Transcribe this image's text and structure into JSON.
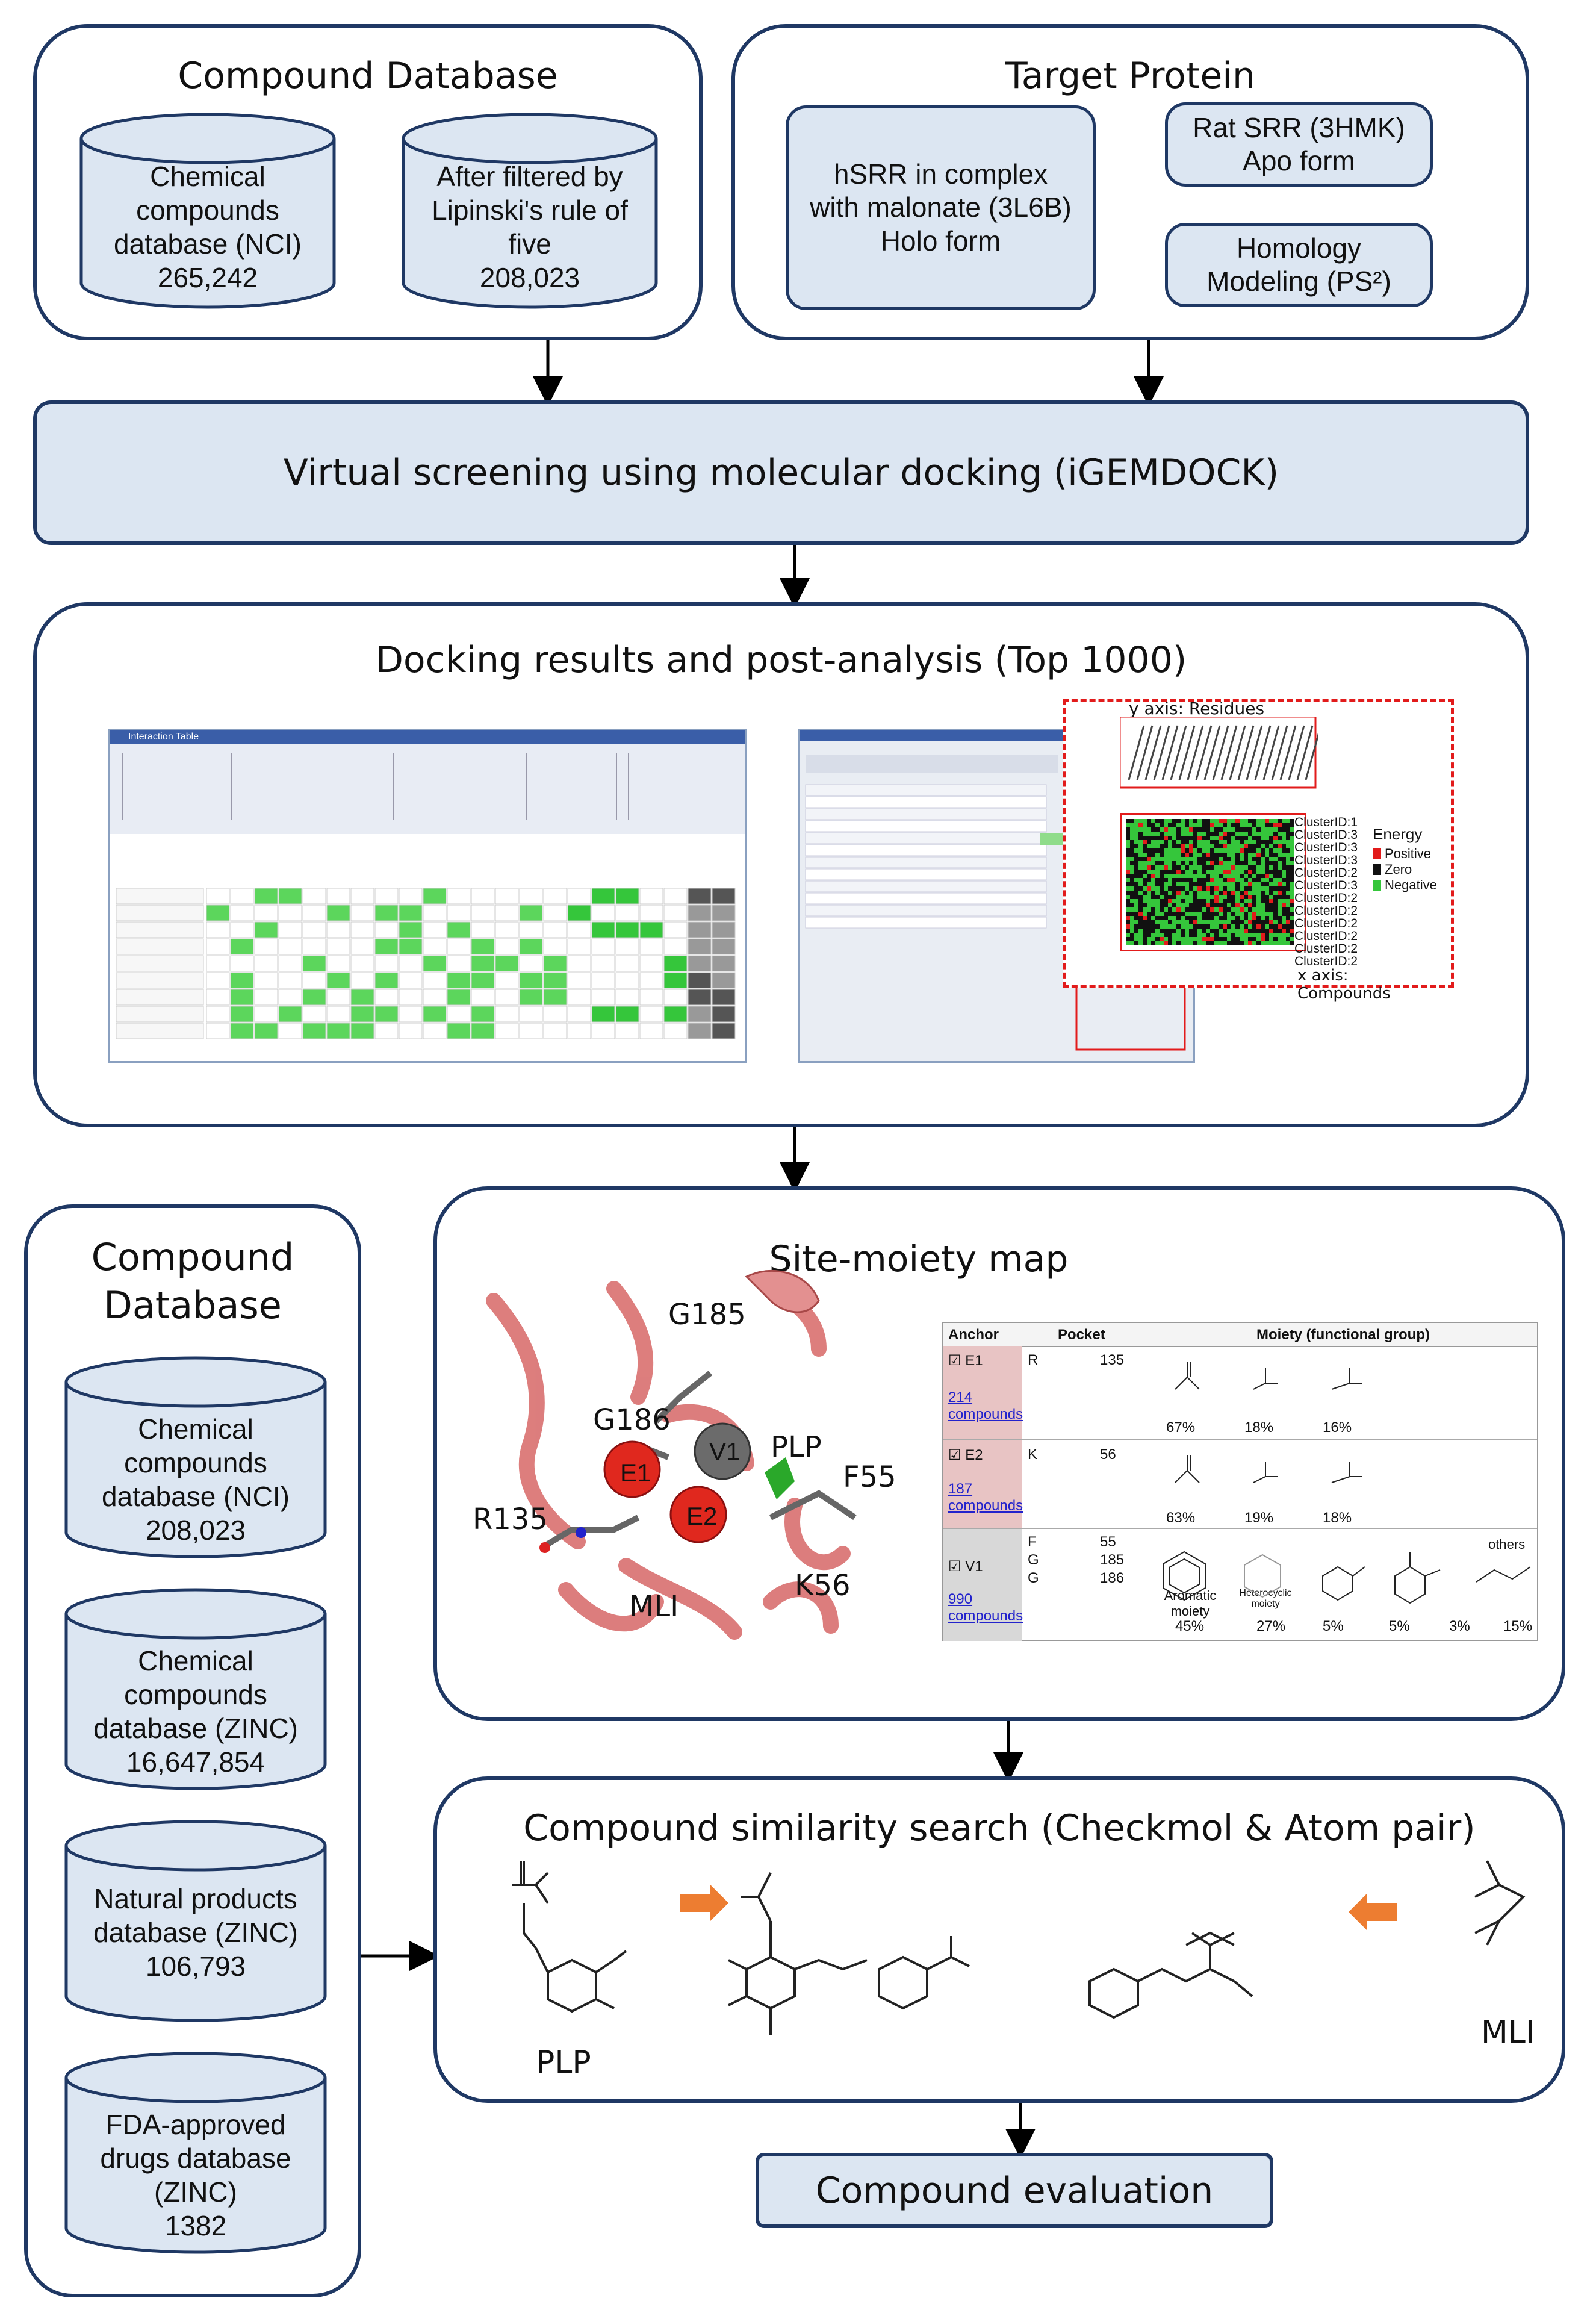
{
  "compound_db_top": {
    "title": "Compound Database",
    "db1": {
      "line1": "Chemical",
      "line2": "compounds",
      "line3": "database (NCI)",
      "count": "265,242"
    },
    "db2": {
      "line1": "After filtered by",
      "line2": "Lipinski's rule of",
      "line3": "five",
      "count": "208,023"
    }
  },
  "target_protein": {
    "title": "Target Protein",
    "hsrr": {
      "line1": "hSRR in complex",
      "line2": "with malonate (3L6B)",
      "line3": "Holo form"
    },
    "rat": {
      "line1": "Rat SRR (3HMK)",
      "line2": "Apo form"
    },
    "homology": {
      "line1": "Homology",
      "line2": "Modeling (PS²)"
    }
  },
  "virtual_screening": {
    "label": "Virtual screening using molecular docking (iGEMDOCK)"
  },
  "docking": {
    "title": "Docking results and post-analysis (Top 1000)",
    "window_title": "Interaction Table",
    "y_axis": "y axis: Residues",
    "x_axis_line1": "x axis:",
    "x_axis_line2": "Compounds",
    "energy_legend": {
      "title": "Energy",
      "items": [
        "Positive",
        "Zero",
        "Negative"
      ]
    },
    "cluster_ids": [
      "ClusterID:1",
      "ClusterID:3",
      "ClusterID:3",
      "ClusterID:3",
      "ClusterID:2",
      "ClusterID:3",
      "ClusterID:2",
      "ClusterID:2",
      "ClusterID:2",
      "ClusterID:2",
      "ClusterID:2",
      "ClusterID:2"
    ],
    "colors": {
      "positive": "#e21b1b",
      "zero": "#111111",
      "negative": "#35c63b",
      "dashed": "#e21b1b"
    }
  },
  "compound_db_left": {
    "title_line1": "Compound",
    "title_line2": "Database",
    "dbs": [
      {
        "lines": [
          "Chemical",
          "compounds",
          "database (NCI)"
        ],
        "count": "208,023"
      },
      {
        "lines": [
          "Chemical",
          "compounds",
          "database (ZINC)"
        ],
        "count": "16,647,854"
      },
      {
        "lines": [
          "Natural products",
          "database (ZINC)"
        ],
        "count": "106,793"
      },
      {
        "lines": [
          "FDA-approved",
          "drugs database",
          "(ZINC)"
        ],
        "count": "1382"
      }
    ]
  },
  "site_moiety": {
    "title": "Site-moiety map",
    "protein_labels": [
      "G185",
      "G186",
      "PLP",
      "F55",
      "R135",
      "MLI",
      "K56",
      "E1",
      "E2",
      "V1"
    ],
    "table": {
      "headers": [
        "Anchor",
        "Pocket",
        "Moiety (functional group)"
      ],
      "rows": [
        {
          "anchor": "E1",
          "link": "214 compounds",
          "pocket_res": [
            "R"
          ],
          "pocket_num": [
            "135"
          ],
          "percents": [
            "67%",
            "18%",
            "16%"
          ]
        },
        {
          "anchor": "E2",
          "link": "187 compounds",
          "pocket_res": [
            "K"
          ],
          "pocket_num": [
            "56"
          ],
          "percents": [
            "63%",
            "19%",
            "18%"
          ]
        },
        {
          "anchor": "V1",
          "link": "990 compounds",
          "pocket_res": [
            "F",
            "G",
            "G"
          ],
          "pocket_num": [
            "55",
            "185",
            "186"
          ],
          "percents": [
            "45%",
            "27%",
            "5%",
            "5%",
            "3%",
            "15%"
          ],
          "moiety_labels": [
            "Aromatic moiety",
            "Heterocyclic moiety",
            "others"
          ]
        }
      ]
    }
  },
  "similarity": {
    "title": "Compound similarity search (Checkmol & Atom pair)",
    "labels": [
      "PLP",
      "MLI"
    ],
    "arrow_color": "#ed7d31"
  },
  "evaluation": {
    "label": "Compound evaluation"
  }
}
